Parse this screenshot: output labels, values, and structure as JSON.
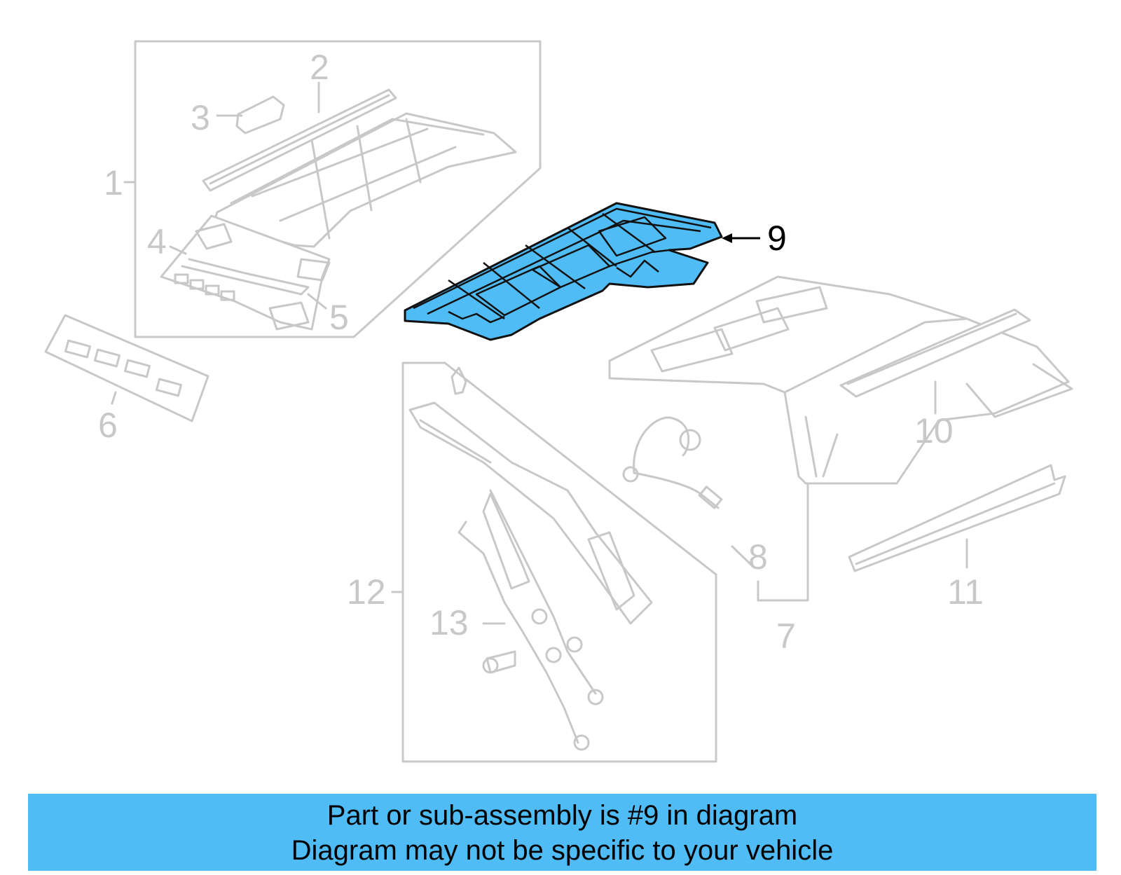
{
  "diagram": {
    "callouts": [
      "1",
      "2",
      "3",
      "4",
      "5",
      "6",
      "7",
      "8",
      "9",
      "10",
      "11",
      "12",
      "13"
    ],
    "highlighted_part": "9",
    "colors": {
      "highlight": "#4fbcf5",
      "inactive_line": "#c8c8c8",
      "banner": "#4fbcf5"
    }
  },
  "banner": {
    "line1": "Part or sub-assembly is #9 in diagram",
    "line2": "Diagram may not be specific to your vehicle"
  }
}
